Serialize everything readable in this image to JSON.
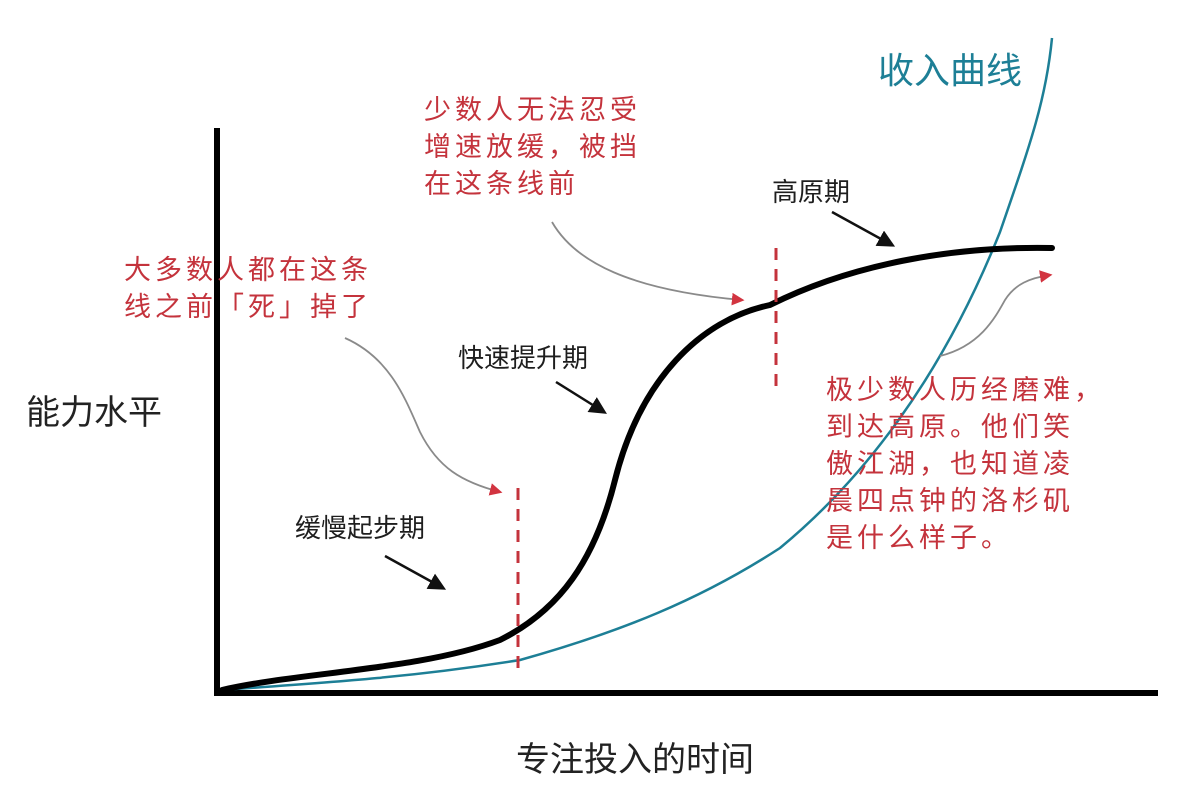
{
  "axes": {
    "y_label": "能力水平",
    "x_label": "专注投入的时间"
  },
  "curves": {
    "income_label": "收入曲线"
  },
  "stages": {
    "slow_start": "缓慢起步期",
    "rapid_rise": "快速提升期",
    "plateau": "高原期"
  },
  "notes": {
    "most_people": [
      "大多数人都在这条",
      "线之前「死」掉了"
    ],
    "few_people": [
      "少数人无法忍受",
      "增速放缓，被挡",
      "在这条线前"
    ],
    "very_few": [
      "极少数人历经磨难，",
      "到达高原。他们笑",
      "傲江湖，也知道凌",
      "晨四点钟的洛杉矶",
      "是什么样子。"
    ]
  },
  "colors": {
    "ability_curve": "#000000",
    "income_curve": "#1d7f96",
    "annotation": "#c4333c",
    "divider": "#c4333c"
  }
}
